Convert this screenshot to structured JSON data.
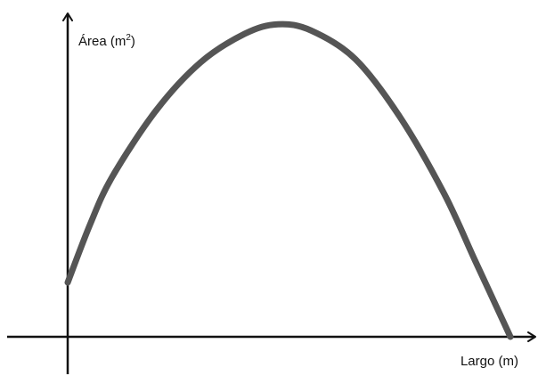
{
  "chart_data": {
    "type": "line",
    "title": "",
    "xlabel": "Largo (m)",
    "ylabel": {
      "text": "Área (m",
      "superscript": "2",
      "suffix": ")"
    },
    "xlim": [
      0,
      100
    ],
    "ylim": [
      0,
      100
    ],
    "grid": false,
    "legend": "none",
    "ticks": false,
    "series": [
      {
        "color": "#555555",
        "x": [
          0,
          5,
          10,
          20,
          30,
          40,
          47.5,
          55,
          65,
          75,
          85,
          92,
          100
        ],
        "y": [
          17,
          35,
          50,
          71,
          86,
          95,
          98,
          96,
          87,
          69,
          45,
          24,
          0
        ]
      }
    ],
    "axis_color": "#111111"
  }
}
